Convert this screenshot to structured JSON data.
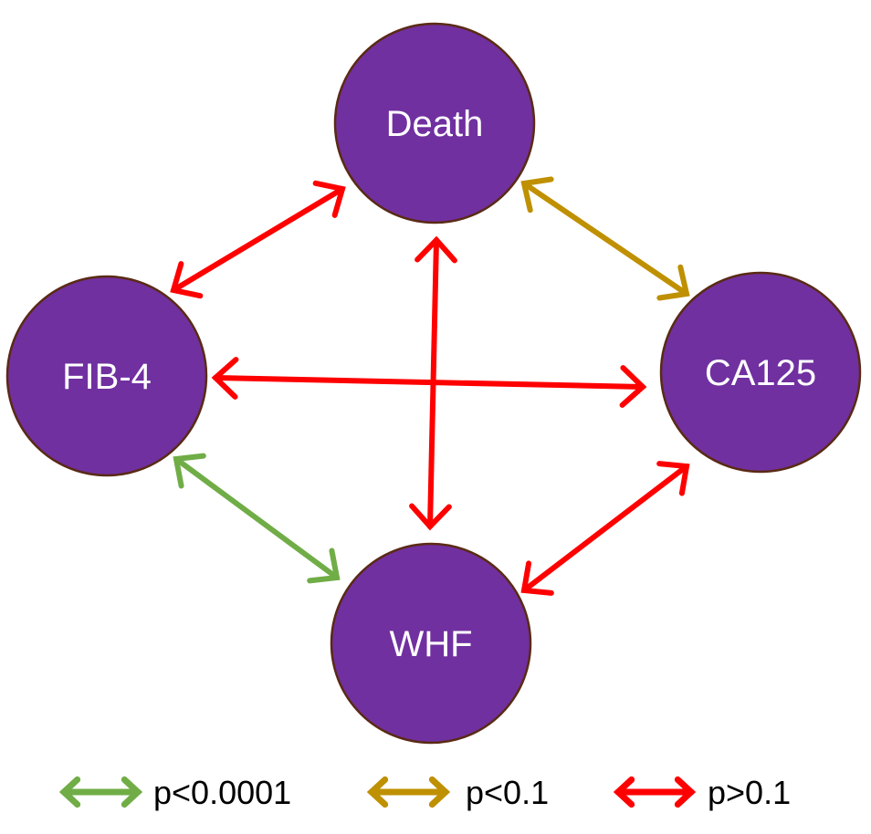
{
  "colors": {
    "node_fill": "#7030A0",
    "node_stroke": "#5A2A14",
    "node_text": "#FFFFFF",
    "significant": "#70AD47",
    "trend": "#BF9000",
    "not_significant": "#FF0000"
  },
  "nodes": [
    {
      "id": "death",
      "label": "Death"
    },
    {
      "id": "fib4",
      "label": "FIB-4"
    },
    {
      "id": "ca125",
      "label": "CA125"
    },
    {
      "id": "whf",
      "label": "WHF"
    }
  ],
  "edges": [
    {
      "from": "death",
      "to": "fib4",
      "category": "not_significant"
    },
    {
      "from": "death",
      "to": "ca125",
      "category": "trend"
    },
    {
      "from": "death",
      "to": "whf",
      "category": "not_significant"
    },
    {
      "from": "fib4",
      "to": "ca125",
      "category": "not_significant"
    },
    {
      "from": "fib4",
      "to": "whf",
      "category": "significant"
    },
    {
      "from": "ca125",
      "to": "whf",
      "category": "not_significant"
    }
  ],
  "legend": [
    {
      "category": "significant",
      "label": "p<0.0001"
    },
    {
      "category": "trend",
      "label": "p<0.1"
    },
    {
      "category": "not_significant",
      "label": "p>0.1"
    }
  ]
}
